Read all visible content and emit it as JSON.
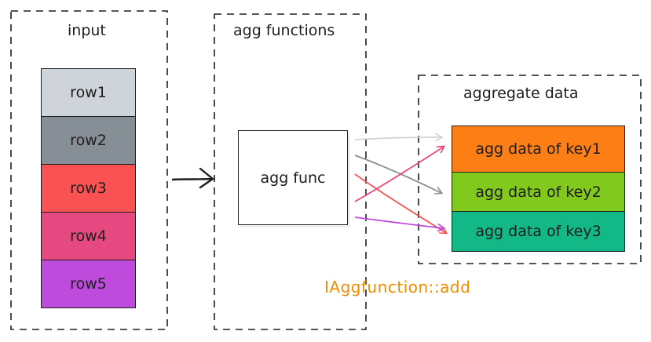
{
  "groups": {
    "input": {
      "title": "input"
    },
    "agg_functions": {
      "title": "agg functions"
    },
    "aggregate_data": {
      "title": "aggregate data"
    }
  },
  "rows": [
    {
      "label": "row1",
      "color": "#ced4da"
    },
    {
      "label": "row2",
      "color": "#868e96"
    },
    {
      "label": "row3",
      "color": "#fa5252"
    },
    {
      "label": "row4",
      "color": "#e64980"
    },
    {
      "label": "row5",
      "color": "#be4bdb"
    }
  ],
  "agg_func": {
    "label": "agg func"
  },
  "keys": [
    {
      "label": "agg data of key1",
      "color": "#fd7e14"
    },
    {
      "label": "agg data of key2",
      "color": "#82c91e"
    },
    {
      "label": "agg data of key3",
      "color": "#12b886"
    }
  ],
  "caption": {
    "text": "IAggfunction::add",
    "color": "#f08c00"
  }
}
